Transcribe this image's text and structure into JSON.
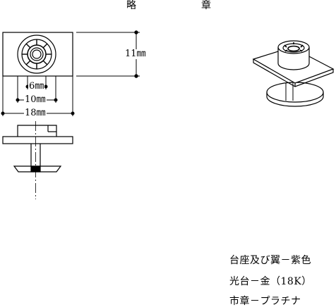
{
  "title": {
    "char1": "略",
    "char2": "章"
  },
  "dimensions": {
    "height": "11㎜",
    "inner": "6㎜",
    "middle": "10㎜",
    "width": "18㎜"
  },
  "notes": [
    "台座及び翼－紫色",
    "光台－金（18K）",
    "市章－プラチナ"
  ],
  "colors": {
    "line": "#000000",
    "background": "#ffffff"
  }
}
